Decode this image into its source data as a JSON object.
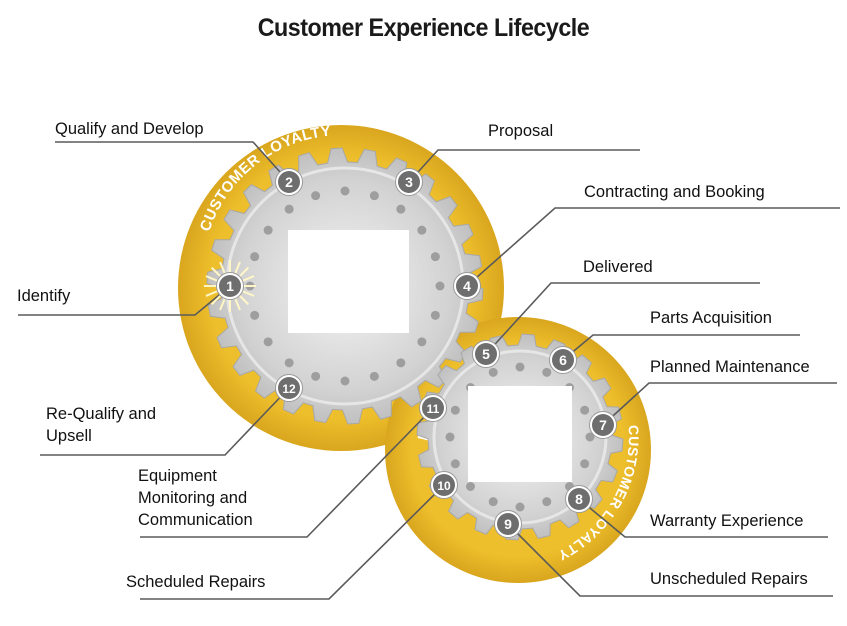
{
  "title": "Customer Experience Lifecycle",
  "ring_text": "CUSTOMER LOYALTY",
  "colors": {
    "ring": "#e8b82a",
    "ring_dark": "#c9971a",
    "gear": "#c9c9c9",
    "gear_inner": "#d6d6d6",
    "badge": "#6e6e6e",
    "leader": "#555555"
  },
  "steps": [
    {
      "num": "1",
      "label": "Identify"
    },
    {
      "num": "2",
      "label": "Qualify and Develop"
    },
    {
      "num": "3",
      "label": "Proposal"
    },
    {
      "num": "4",
      "label": "Contracting and Booking"
    },
    {
      "num": "5",
      "label": "Delivered"
    },
    {
      "num": "6",
      "label": "Parts Acquisition"
    },
    {
      "num": "7",
      "label": "Planned Maintenance"
    },
    {
      "num": "8",
      "label": "Warranty Experience"
    },
    {
      "num": "9",
      "label": "Unscheduled Repairs"
    },
    {
      "num": "10",
      "label": "Scheduled Repairs"
    },
    {
      "num": "11",
      "label_lines": [
        "Equipment",
        "Monitoring and",
        "Communication"
      ]
    },
    {
      "num": "12",
      "label_lines": [
        "Re-Qualify and",
        "Upsell"
      ]
    }
  ]
}
